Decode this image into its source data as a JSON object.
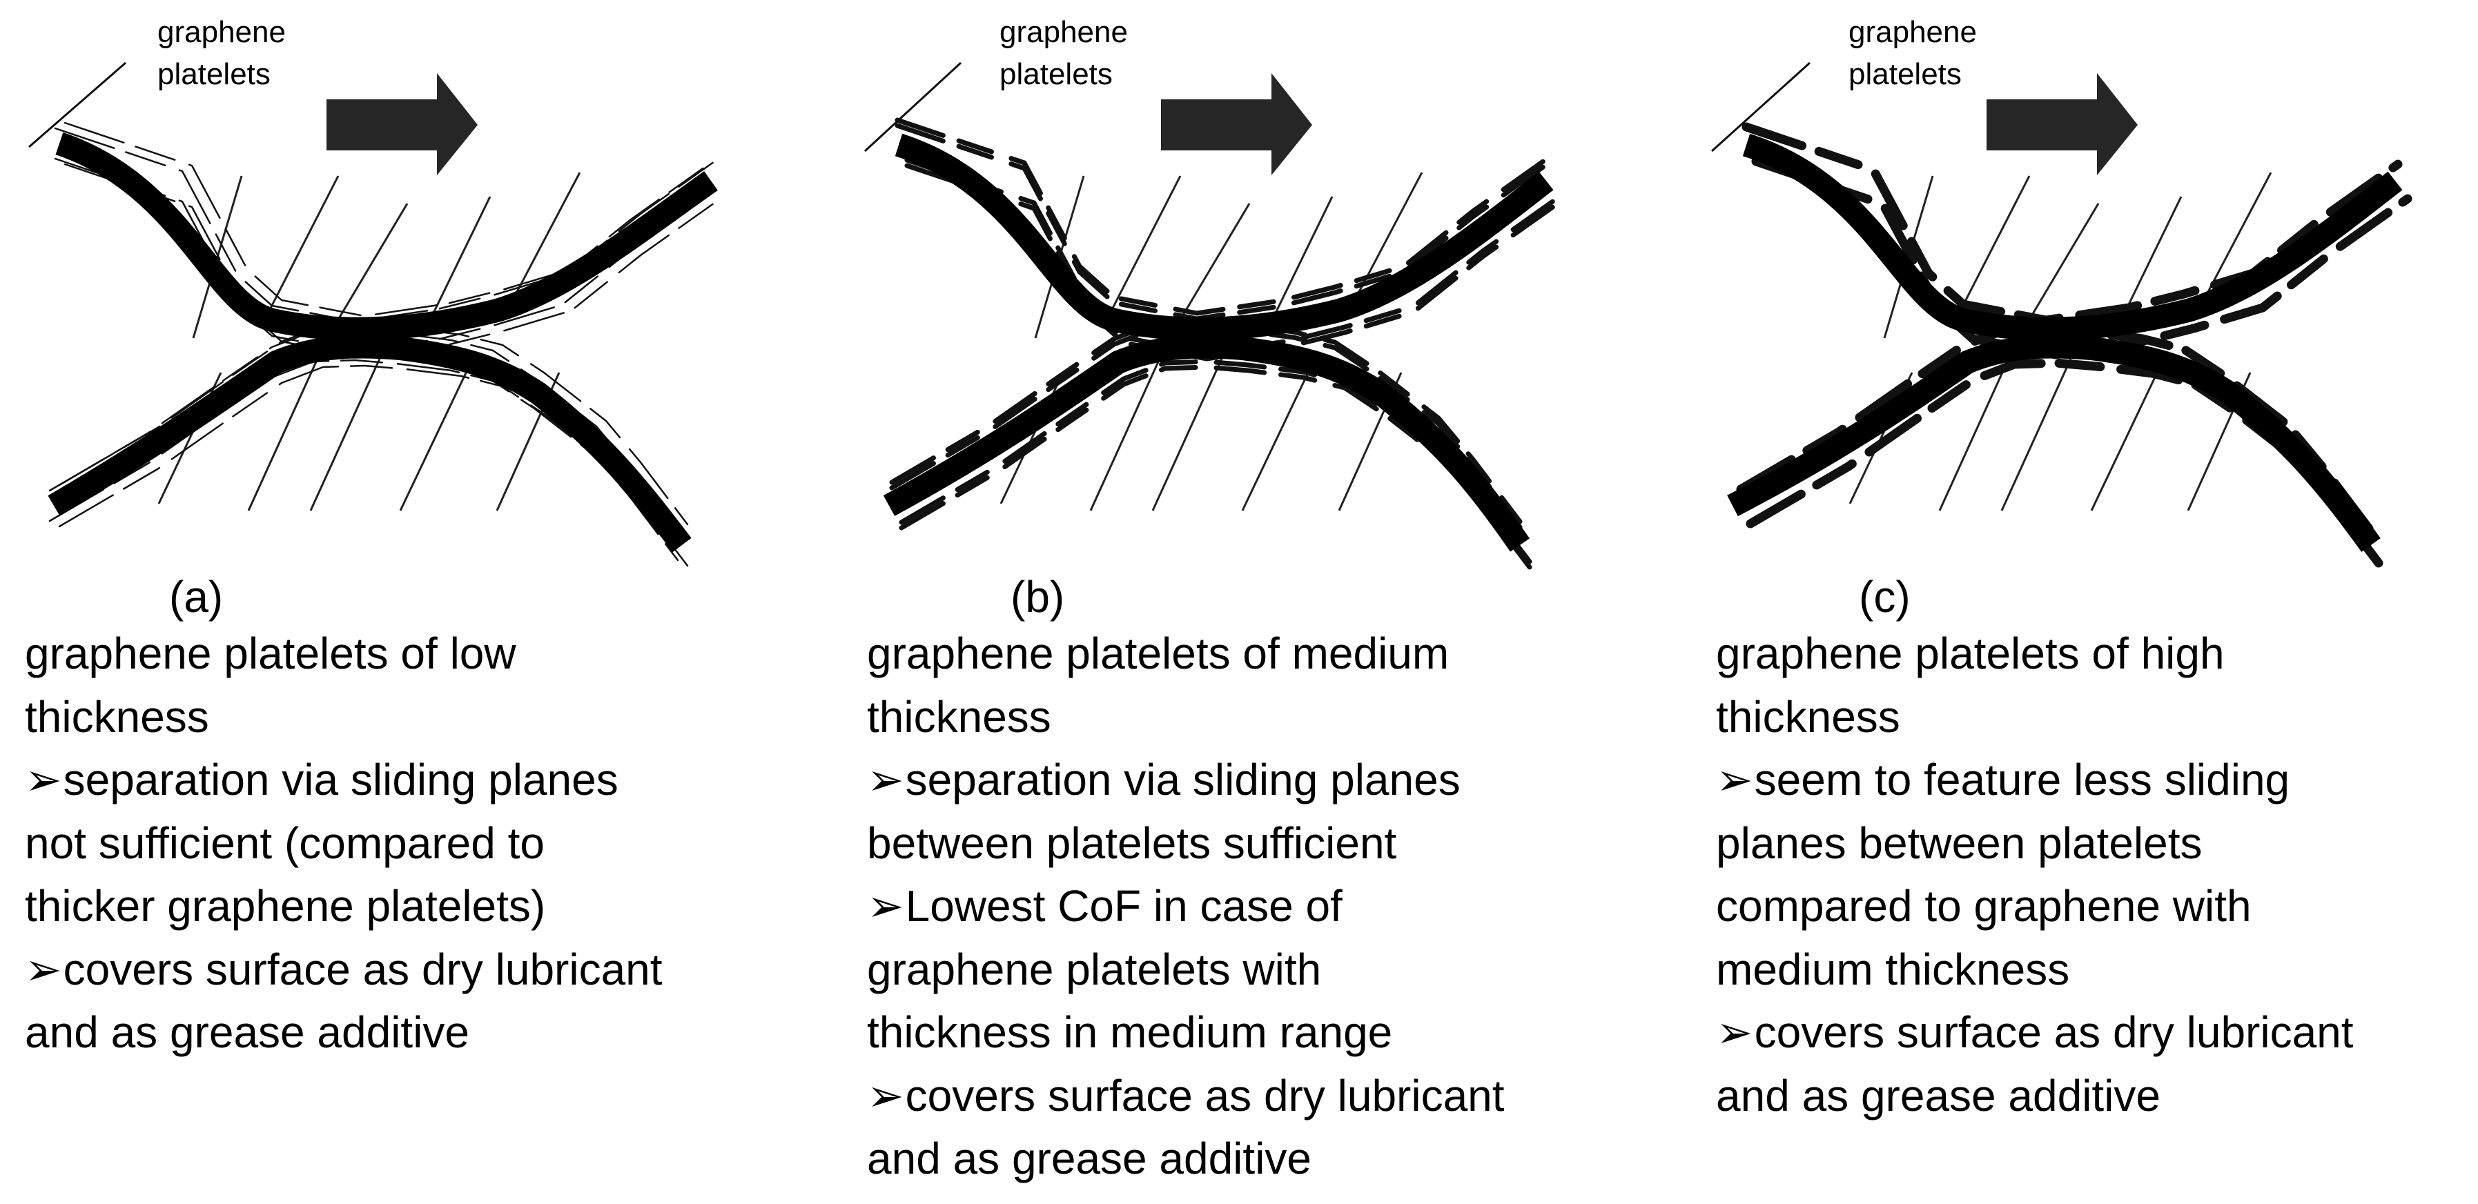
{
  "callout_label": [
    "graphene",
    "platelets"
  ],
  "bullet_glyph": "➢",
  "panels": [
    {
      "label": "(a)",
      "variant": "thin",
      "title_lines": [
        "graphene platelets of low",
        "thickness"
      ],
      "bullets": [
        [
          "separation via sliding planes",
          "not sufficient (compared to",
          "thicker graphene platelets)"
        ],
        [
          "covers surface as dry lubricant",
          "and as grease additive"
        ]
      ]
    },
    {
      "label": "(b)",
      "variant": "medium",
      "title_lines": [
        "graphene platelets of medium",
        "thickness"
      ],
      "bullets": [
        [
          "separation via sliding planes",
          "between platelets sufficient"
        ],
        [
          "Lowest CoF in case of",
          "graphene platelets with",
          "thickness in medium range"
        ],
        [
          "covers surface as dry lubricant",
          "and as grease additive"
        ]
      ]
    },
    {
      "label": "(c)",
      "variant": "thick",
      "title_lines": [
        "graphene platelets of high",
        "thickness"
      ],
      "bullets": [
        [
          "seem to feature less sliding",
          "planes between platelets",
          "compared to graphene with",
          "medium thickness"
        ],
        [
          "covers surface as dry lubricant",
          "and as grease additive"
        ]
      ]
    }
  ]
}
